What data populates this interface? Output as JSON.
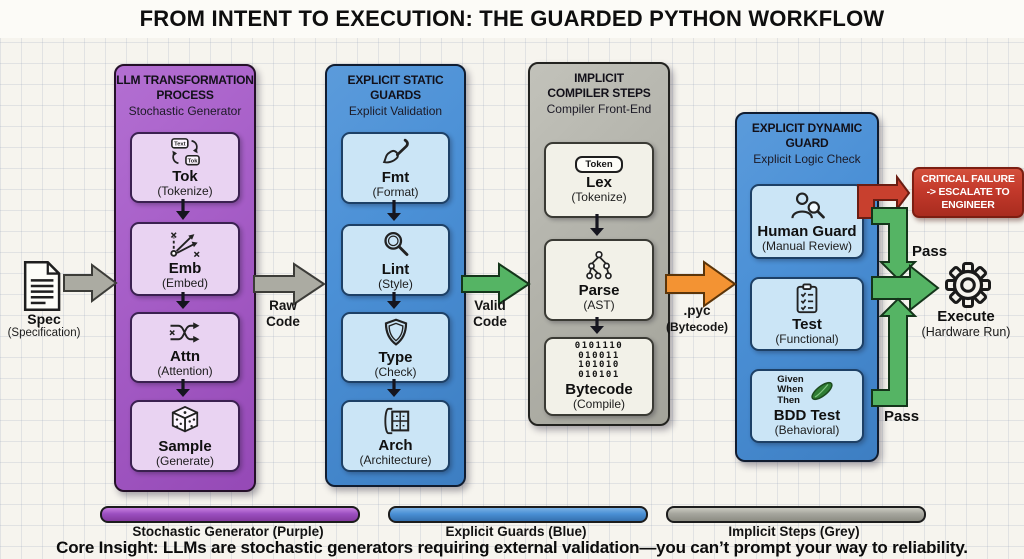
{
  "title": "FROM INTENT TO EXECUTION: THE GUARDED PYTHON WORKFLOW",
  "spec": {
    "label": "Spec",
    "sublabel": "(Specification)"
  },
  "columns": [
    {
      "title_line1": "LLM TRANSFORMATION",
      "title_line2": "PROCESS",
      "subtitle": "Stochastic Generator",
      "cards": [
        {
          "name": "Tok",
          "sub": "(Tokenize)"
        },
        {
          "name": "Emb",
          "sub": "(Embed)"
        },
        {
          "name": "Attn",
          "sub": "(Attention)"
        },
        {
          "name": "Sample",
          "sub": "(Generate)"
        }
      ]
    },
    {
      "title_line1": "EXPLICIT STATIC",
      "title_line2": "GUARDS",
      "subtitle": "Explicit Validation",
      "cards": [
        {
          "name": "Fmt",
          "sub": "(Format)"
        },
        {
          "name": "Lint",
          "sub": "(Style)"
        },
        {
          "name": "Type",
          "sub": "(Check)"
        },
        {
          "name": "Arch",
          "sub": "(Architecture)"
        }
      ]
    },
    {
      "title_line1": "IMPLICIT",
      "title_line2": "COMPILER STEPS",
      "subtitle": "Compiler Front-End",
      "cards": [
        {
          "name": "Lex",
          "sub": "(Tokenize)"
        },
        {
          "name": "Parse",
          "sub": "(AST)"
        },
        {
          "name": "Bytecode",
          "sub": "(Compile)"
        }
      ]
    },
    {
      "title_line1": "EXPLICIT DYNAMIC",
      "title_line2": "GUARD",
      "subtitle": "Explicit Logic Check",
      "cards": [
        {
          "name": "Human Guard",
          "sub": "(Manual Review)"
        },
        {
          "name": "Test",
          "sub": "(Functional)"
        },
        {
          "name": "BDD Test",
          "sub": "(Behavioral)"
        }
      ]
    }
  ],
  "transitions": {
    "raw_line1": "Raw",
    "raw_line2": "Code",
    "valid_line1": "Valid",
    "valid_line2": "Code",
    "pyc_line1": ".pyc",
    "pyc_line2": "(Bytecode)"
  },
  "failure": {
    "line1": "CRITICAL FAILURE",
    "line2": "-> ESCALATE TO",
    "line3": "ENGINEER"
  },
  "pass_top": "Pass",
  "pass_bottom": "Pass",
  "execute": {
    "label": "Execute",
    "sublabel": "(Hardware Run)"
  },
  "icon_texts": {
    "text_box": "Text",
    "tok_box": "Tok",
    "lex_badge": "Token",
    "bdd_line1": "Given",
    "bdd_line2": "When",
    "bdd_line3": "Then",
    "byte1": "0101110",
    "byte2": "010011",
    "byte3": "101010",
    "byte4": "010101"
  },
  "legend": {
    "item1": "Stochastic Generator (Purple)",
    "item2": "Explicit Guards (Blue)",
    "item3": "Implicit Steps (Grey)"
  },
  "core_insight": "Core Insight: LLMs are stochastic generators requiring external validation—you can’t prompt your way to reliability.",
  "colors": {
    "purple": "#a75fc8",
    "blue": "#4b90d6",
    "grey": "#b5b5ad",
    "green": "#55b464",
    "orange": "#f39333",
    "red": "#c3392b",
    "arrow_grey": "#ababa2"
  }
}
